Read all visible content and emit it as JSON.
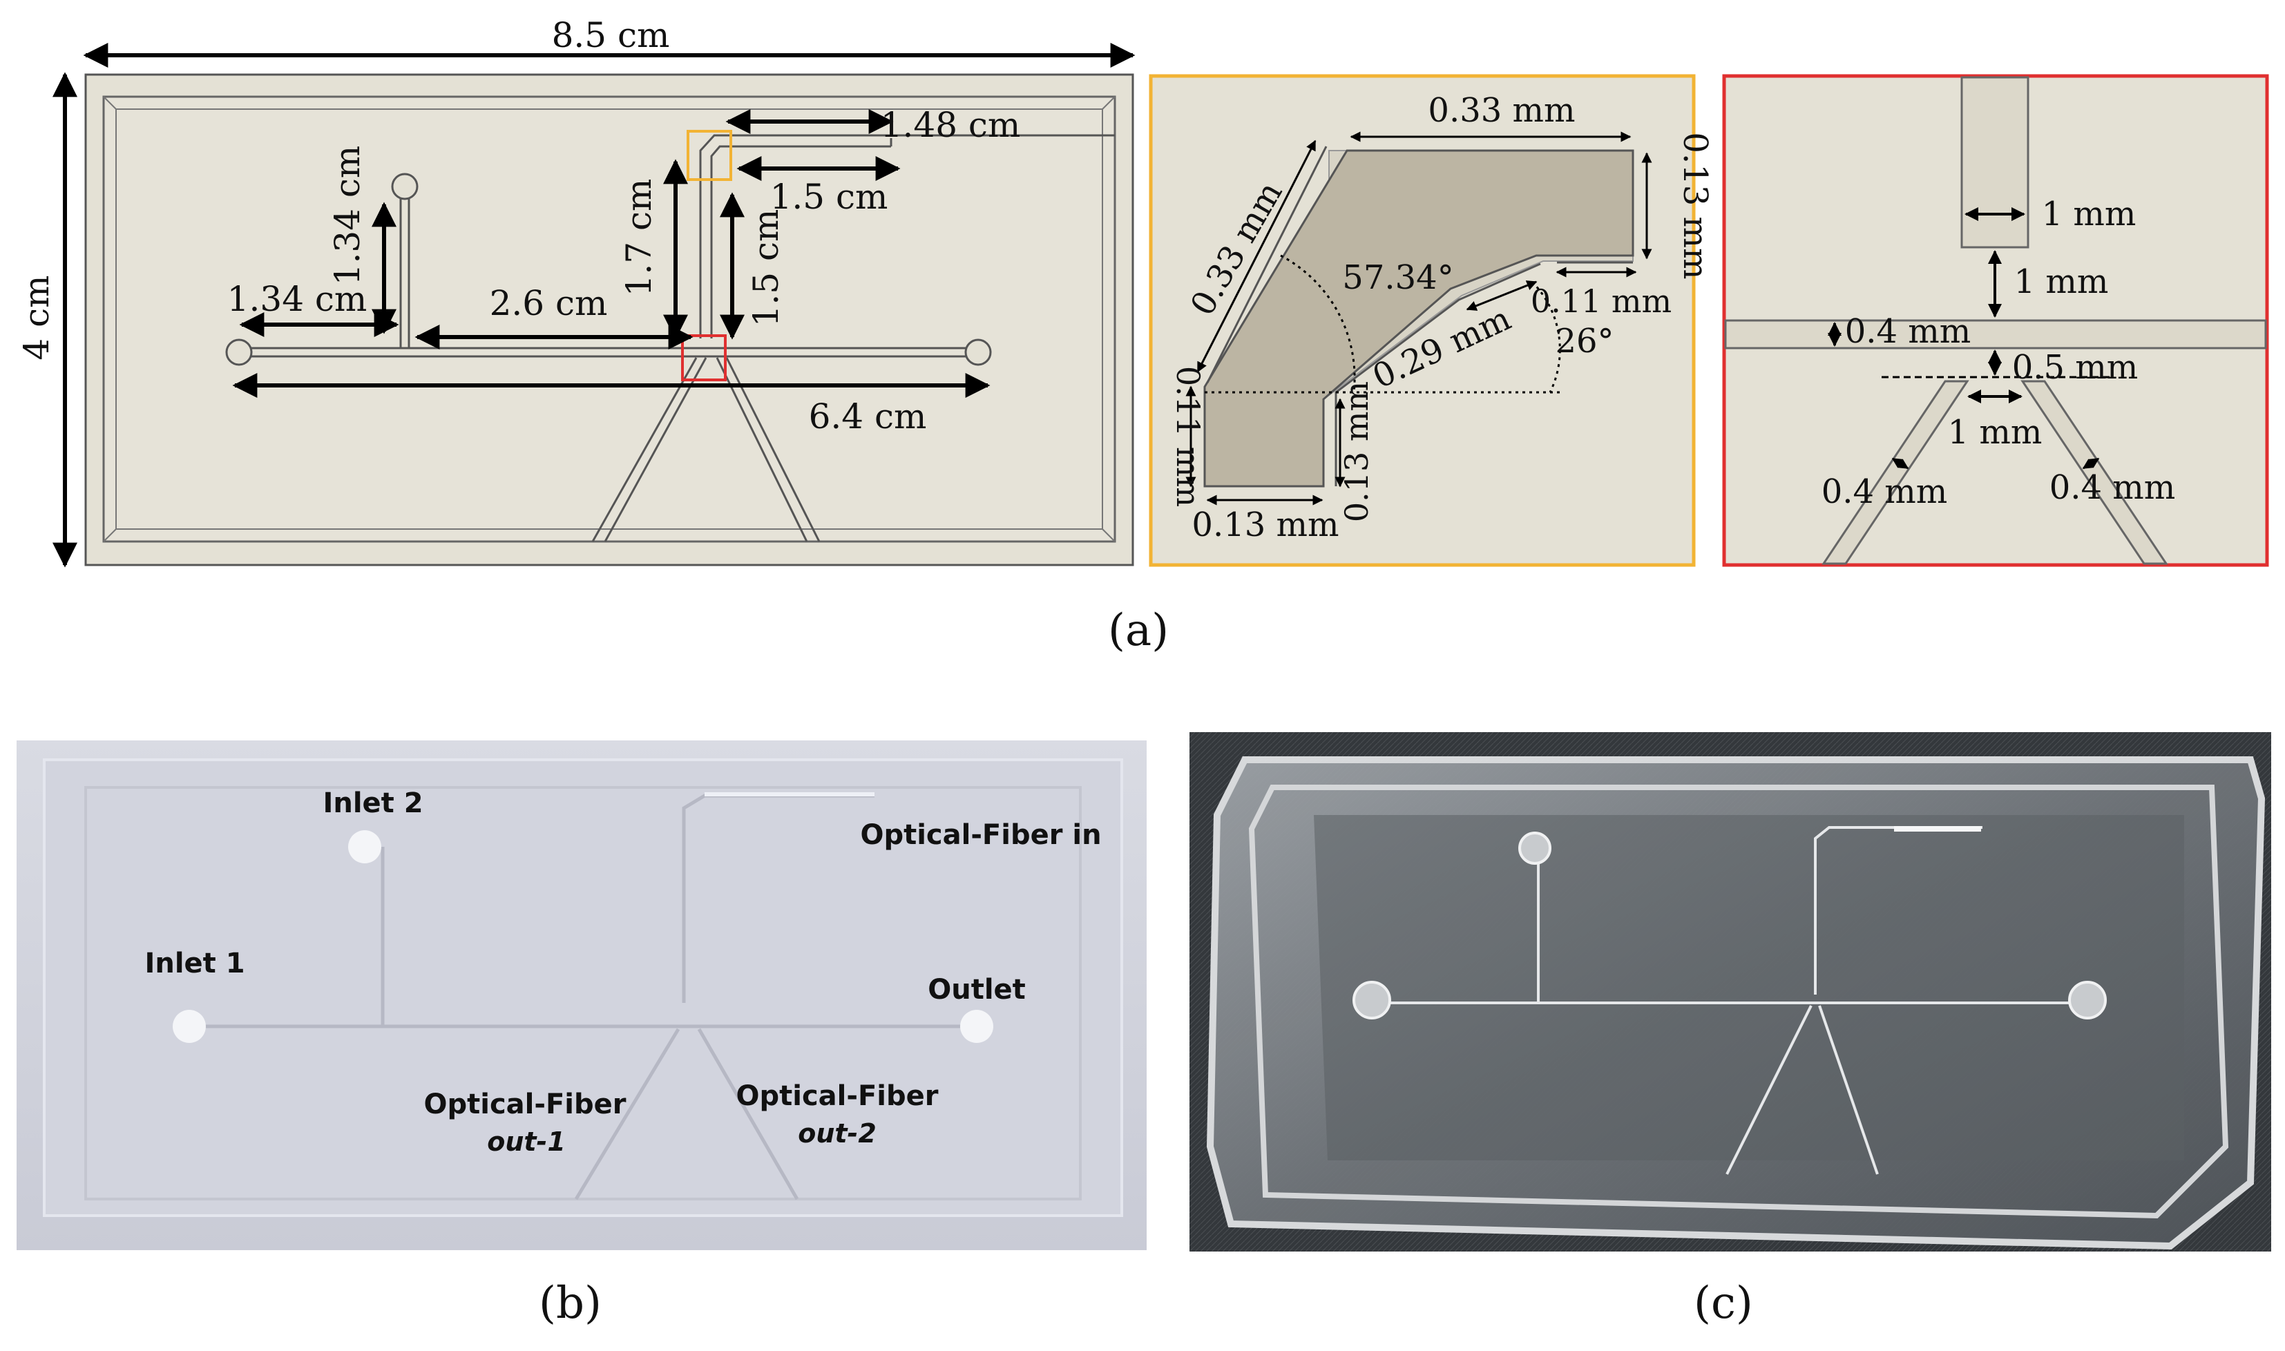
{
  "panel_a": {
    "overview": {
      "width_dim": "8.5 cm",
      "height_dim": "4 cm",
      "main_channel_dim": "6.4 cm",
      "inlet1_dim": "1.34 cm",
      "inlet2_dim": "1.34 cm",
      "distance_dim": "2.6 cm",
      "fiber_in_dim": "1.48 cm",
      "fiber_vertical_a": "1.7 cm",
      "fiber_vertical_b": "1.5 cm",
      "fiber_horizontal_b": "1.5 cm"
    },
    "detail_bend": {
      "top_width": "0.33 mm",
      "diagonal": "0.33 mm",
      "right_height": "0.13 mm",
      "angle_1": "57.34°",
      "right_tab": "0.11 mm",
      "inner_diagonal": "0.29 mm",
      "angle_2": "26°",
      "left_height": "0.11 mm",
      "inner_height": "0.13 mm",
      "bottom_width": "0.13 mm"
    },
    "detail_junction": {
      "channel_width": "1 mm",
      "gap": "1 mm",
      "cross_width": "0.4 mm",
      "offset": "0.5 mm",
      "split_gap": "1 mm",
      "left_branch": "0.4 mm",
      "right_branch": "0.4 mm"
    },
    "caption": "(a)",
    "colors": {
      "yellow_frame": "#f2b334",
      "red_frame": "#e03030",
      "chip": "#e4e1d5"
    }
  },
  "panel_b": {
    "labels": {
      "inlet2": "Inlet 2",
      "fiber_in": "Optical-Fiber in",
      "inlet1": "Inlet 1",
      "outlet": "Outlet",
      "fiber_out1_main": "Optical-Fiber",
      "fiber_out1_sub": "out-1",
      "fiber_out2_main": "Optical-Fiber",
      "fiber_out2_sub": "out-2"
    },
    "caption": "(b)"
  },
  "panel_c": {
    "caption": "(c)"
  }
}
